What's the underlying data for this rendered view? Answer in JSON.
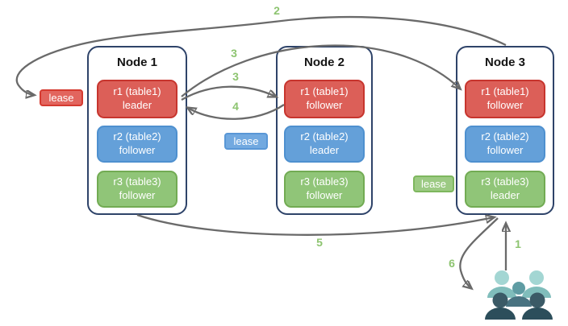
{
  "diagram": {
    "nodes": [
      {
        "title": "Node 1",
        "replicas": [
          {
            "label": "r1 (table1)",
            "role": "leader",
            "color": "#dc5f58"
          },
          {
            "label": "r2 (table2)",
            "role": "follower",
            "color": "#64a0d9"
          },
          {
            "label": "r3 (table3)",
            "role": "follower",
            "color": "#90c578"
          }
        ]
      },
      {
        "title": "Node 2",
        "replicas": [
          {
            "label": "r1 (table1)",
            "role": "follower",
            "color": "#dc5f58"
          },
          {
            "label": "r2 (table2)",
            "role": "leader",
            "color": "#64a0d9"
          },
          {
            "label": "r3 (table3)",
            "role": "follower",
            "color": "#90c578"
          }
        ]
      },
      {
        "title": "Node 3",
        "replicas": [
          {
            "label": "r1 (table1)",
            "role": "follower",
            "color": "#dc5f58"
          },
          {
            "label": "r2 (table2)",
            "role": "follower",
            "color": "#64a0d9"
          },
          {
            "label": "r3 (table3)",
            "role": "leader",
            "color": "#90c578"
          }
        ]
      }
    ],
    "leases": [
      {
        "label": "lease",
        "color": "#e2655e",
        "near": "node1-r1"
      },
      {
        "label": "lease",
        "color": "#72a9e0",
        "near": "node2-r2"
      },
      {
        "label": "lease",
        "color": "#9cca83",
        "near": "node3-r3"
      }
    ],
    "steps": {
      "step1": "1",
      "step2": "2",
      "step3a": "3",
      "step3b": "3",
      "step4": "4",
      "step5": "5",
      "step6": "6"
    },
    "edges": [
      {
        "step": "1",
        "from": "users",
        "to": "node3"
      },
      {
        "step": "2",
        "from": "node3",
        "to": "lease-at-node1-r1"
      },
      {
        "step": "3",
        "from": "node1-r1-leader",
        "to": "node3-r1-follower"
      },
      {
        "step": "3",
        "from": "node1-r1-leader",
        "to": "node2-r1-follower"
      },
      {
        "step": "4",
        "from": "node2-r1-follower",
        "to": "node1-r1-leader"
      },
      {
        "step": "5",
        "from": "node1",
        "to": "node3"
      },
      {
        "step": "6",
        "from": "node3",
        "to": "users"
      }
    ],
    "icons": {
      "users": "users-icon"
    },
    "colors": {
      "node_border": "#2e4369",
      "arrow": "#6a6a6a",
      "step_label": "#8dc470",
      "replica_red": "#dc5f58",
      "replica_blue": "#64a0d9",
      "replica_green": "#90c578"
    }
  }
}
